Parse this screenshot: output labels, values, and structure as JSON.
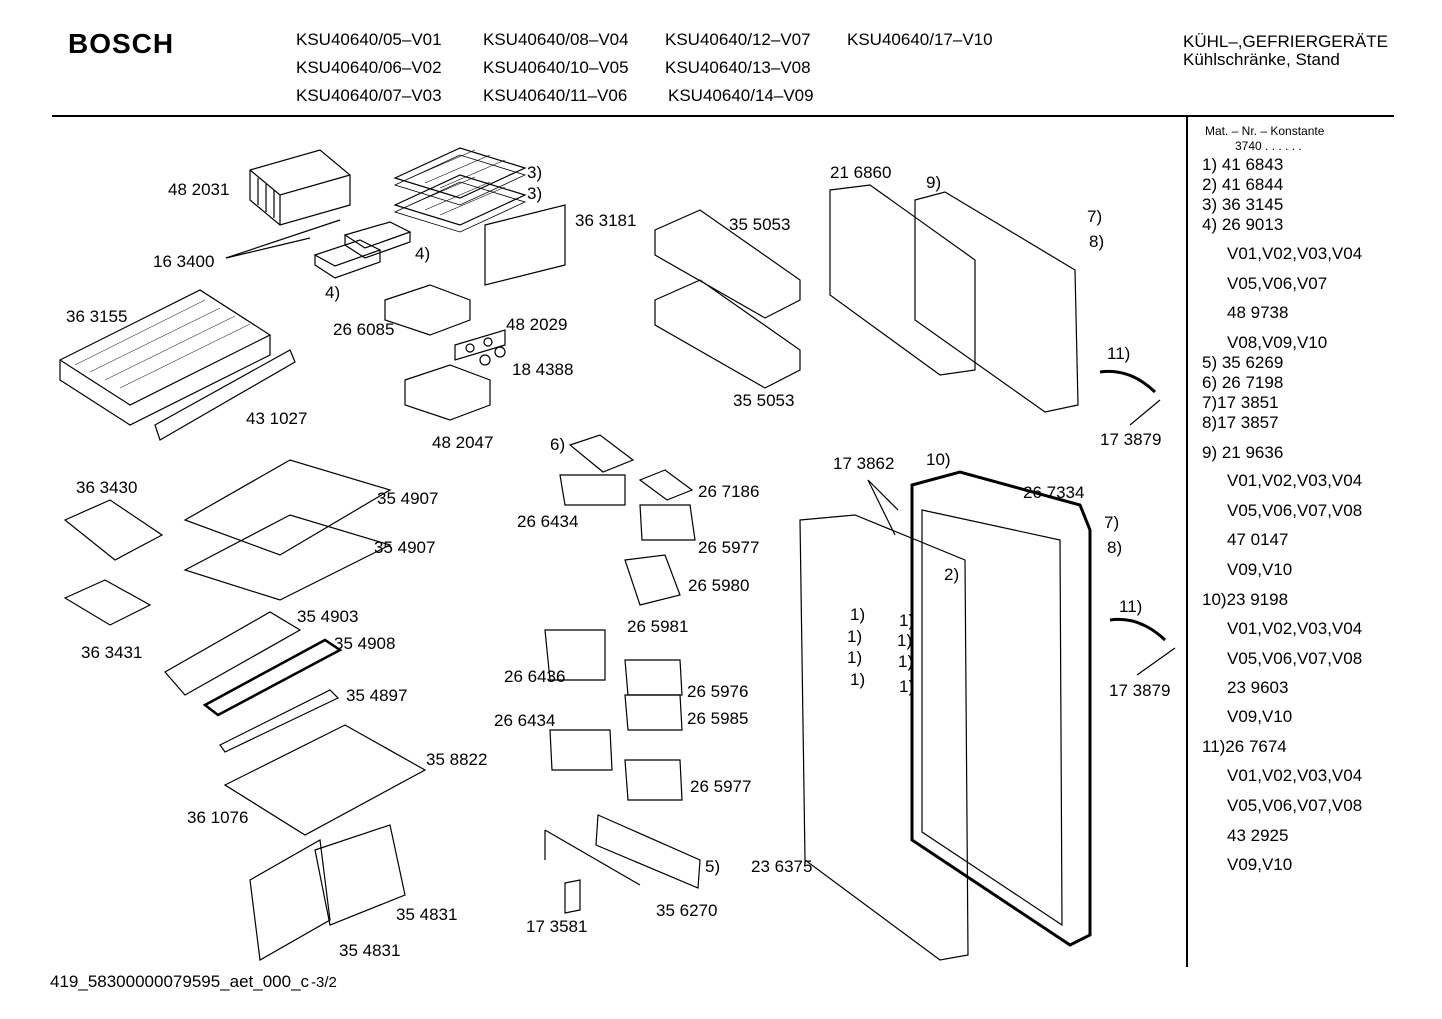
{
  "brand": "BOSCH",
  "models": [
    [
      "KSU40640/05–V01",
      "KSU40640/08–V04",
      "KSU40640/12–V07",
      "KSU40640/17–V10"
    ],
    [
      "KSU40640/06–V02",
      "KSU40640/10–V05",
      "KSU40640/13–V08"
    ],
    [
      "KSU40640/07–V03",
      "KSU40640/11–V06",
      "KSU40640/14–V09"
    ]
  ],
  "category": {
    "line1": "KÜHL–,GEFRIERGERÄTE",
    "line2": "Kühlschränke, Stand"
  },
  "sidebar": {
    "header": "Mat. – Nr. – Konstante",
    "constant": "3740 . . . . . .",
    "entries": [
      "1) 41 6843",
      "2) 41 6844",
      "3) 36 3145",
      "4) 26 9013",
      "V01,V02,V03,V04",
      "V05,V06,V07",
      "48 9738",
      "V08,V09,V10",
      "5) 35 6269",
      "6) 26 7198",
      "7)17 3851",
      "8)17 3857",
      "9) 21 9636",
      "V01,V02,V03,V04",
      "V05,V06,V07,V08",
      "47 0147",
      "V09,V10",
      "10)23 9198",
      "V01,V02,V03,V04",
      "V05,V06,V07,V08",
      "23 9603",
      "V09,V10",
      "11)26 7674",
      "V01,V02,V03,V04",
      "V05,V06,V07,V08",
      "43 2925",
      "V09,V10"
    ]
  },
  "part_labels": [
    "48 2031",
    "3)",
    "3)",
    "36 3181",
    "16 3400",
    "4)",
    "4)",
    "26 6085",
    "48 2029",
    "18 4388",
    "36 3155",
    "43 1027",
    "48 2047",
    "35 5053",
    "35 5053",
    "21 6860",
    "9)",
    "7)",
    "8)",
    "11)",
    "17 3879",
    "6)",
    "26 7186",
    "26 6434",
    "26 5977",
    "26 5980",
    "26 5981",
    "17 3862",
    "10)",
    "26 7334",
    "7)",
    "8)",
    "2)",
    "1)",
    "1)",
    "1)",
    "1)",
    "1)",
    "1)",
    "1)",
    "1)",
    "11)",
    "17 3879",
    "36 3430",
    "35 4907",
    "35 4907",
    "36 3431",
    "35 4903",
    "35 4908",
    "35 4897",
    "35 8822",
    "36 1076",
    "26 6436",
    "26 5976",
    "26 5985",
    "26 6434",
    "26 5977",
    "5)",
    "23 6375",
    "35 6270",
    "17 3581",
    "35 4831",
    "35 4831"
  ],
  "footer": {
    "code": "419_58300000079595_aet_000_c",
    "page": "-3/2"
  }
}
